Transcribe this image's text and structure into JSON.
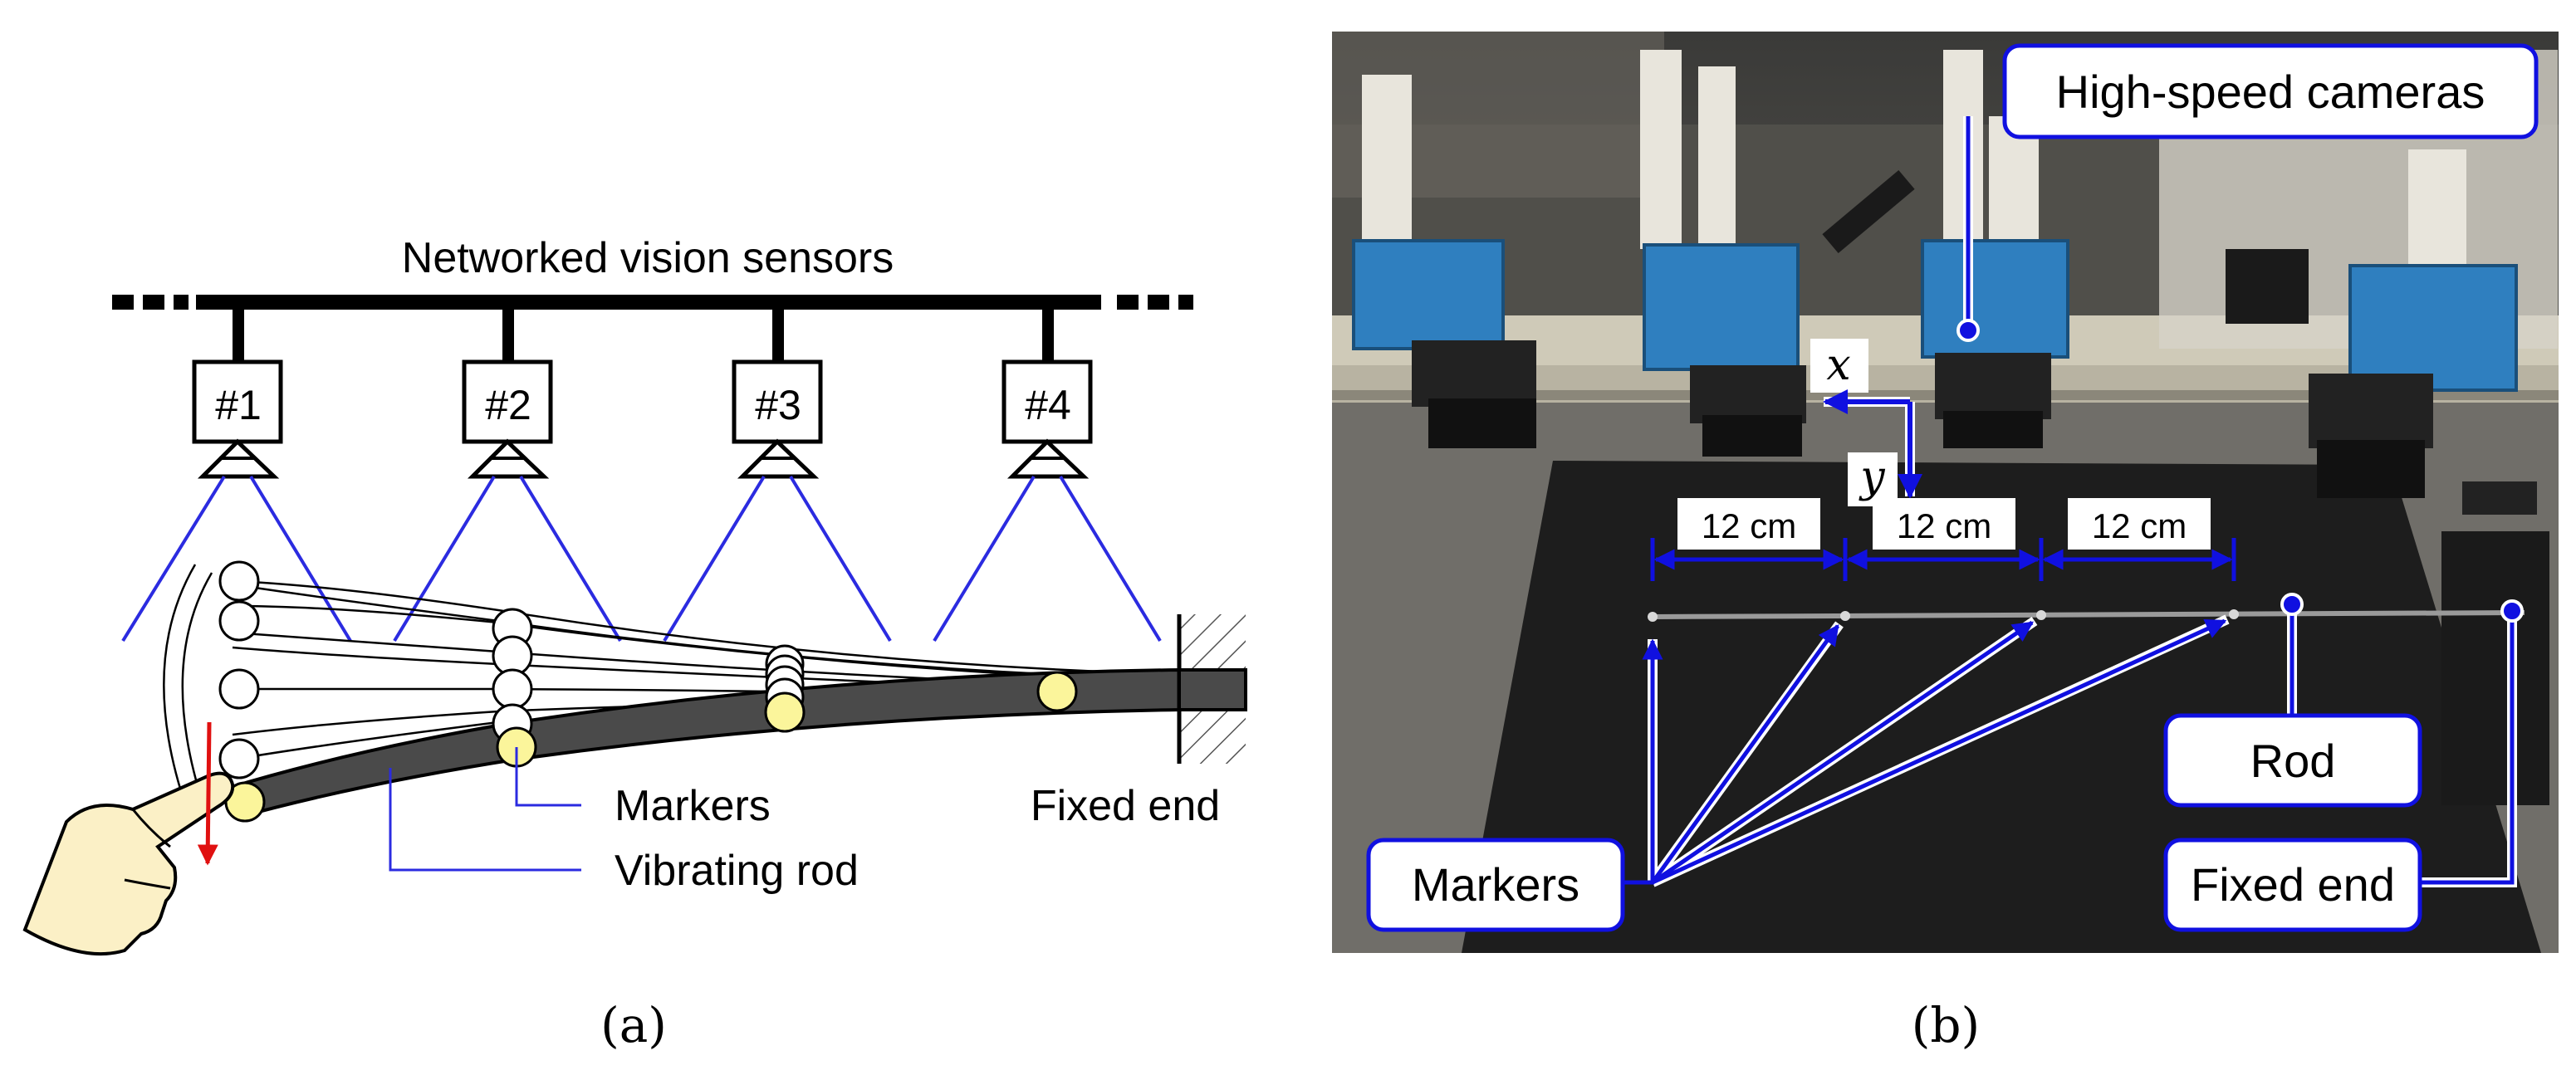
{
  "panel_a": {
    "bus_label": "Networked vision sensors",
    "sensors": [
      "#1",
      "#2",
      "#3",
      "#4"
    ],
    "markers_label": "Markers",
    "rod_label": "Vibrating rod",
    "fixed_label": "Fixed end",
    "caption": "(a)"
  },
  "panel_b": {
    "cameras_label": "High-speed cameras",
    "axis_x": "x",
    "axis_y": "y",
    "spacing": [
      "12 cm",
      "12 cm",
      "12 cm"
    ],
    "markers_label": "Markers",
    "rod_label": "Rod",
    "fixed_label": "Fixed end",
    "caption": "(b)"
  },
  "colors": {
    "ray": "#2b2be0",
    "callout": "#1010e0",
    "marker_fill": "#fbf59b",
    "rod": "#4a4a4a",
    "finger": "#fbf0c6",
    "arrow_red": "#e01010"
  }
}
